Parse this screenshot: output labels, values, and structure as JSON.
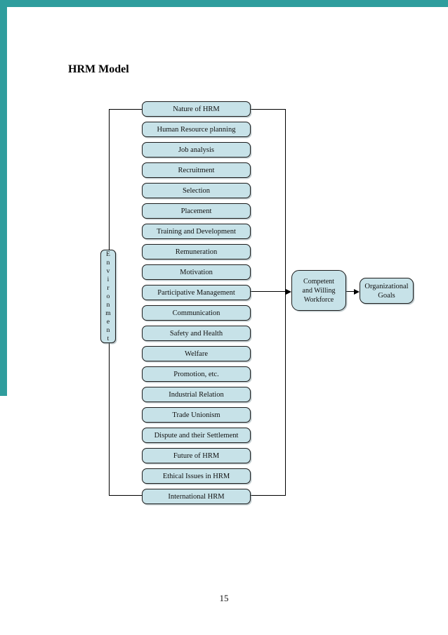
{
  "page": {
    "title": "HRM Model",
    "page_number": "15"
  },
  "diagram": {
    "environment": "E\nn\nv\ni\nr\no\nn\nm\ne\nn\nt",
    "environment_word": "Environment",
    "process_boxes": [
      "Nature of HRM",
      "Human Resource planning",
      "Job analysis",
      "Recruitment",
      "Selection",
      "Placement",
      "Training and Development",
      "Remuneration",
      "Motivation",
      "Participative Management",
      "Communication",
      "Safety and Health",
      "Welfare",
      "Promotion, etc.",
      "Industrial Relation",
      "Trade Unionism",
      "Dispute and their Settlement",
      "Future of HRM",
      "Ethical Issues in HRM",
      "International HRM"
    ],
    "outcome_box": "Competent\nand Willing\nWorkforce",
    "goal_box": "Organizational\nGoals",
    "colors": {
      "accent_teal": "#2f9d9d",
      "box_fill": "#c7e2e8",
      "box_border": "#1c1c1c",
      "line": "#000000"
    }
  }
}
